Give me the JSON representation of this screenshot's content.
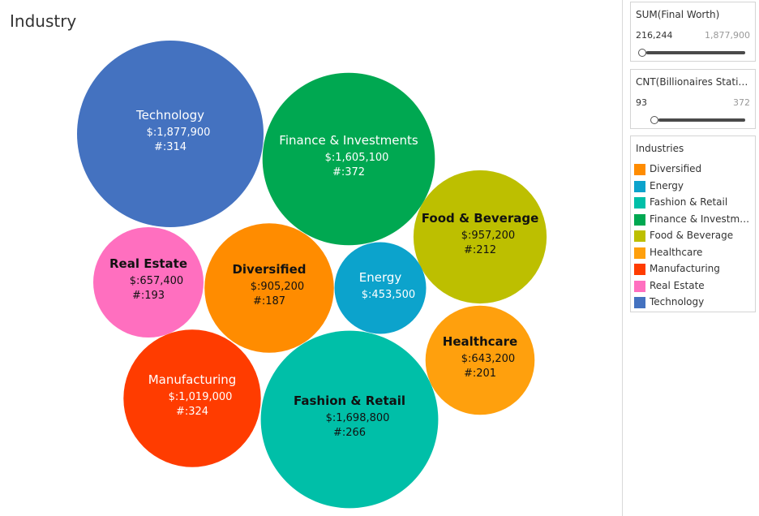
{
  "title": "Industry",
  "filters": {
    "final_worth": {
      "title": "SUM(Final Worth)",
      "min": "216,244",
      "max": "1,877,900",
      "value_min": 216244,
      "value_max": 1877900
    },
    "count": {
      "title": "CNT(Billionaires Statist...",
      "min": "93",
      "max": "372",
      "value_min": 93,
      "value_max": 372
    }
  },
  "legend": {
    "title": "Industries",
    "items": [
      {
        "label": "Diversified",
        "color": "#FF8C00"
      },
      {
        "label": "Energy",
        "color": "#0CA3CC"
      },
      {
        "label": "Fashion & Retail",
        "color": "#00BFA8"
      },
      {
        "label": "Finance & Investmen..",
        "color": "#00A851"
      },
      {
        "label": "Food & Beverage",
        "color": "#BDBF00"
      },
      {
        "label": "Healthcare",
        "color": "#FFA00D"
      },
      {
        "label": "Manufacturing",
        "color": "#FF3C00"
      },
      {
        "label": "Real Estate",
        "color": "#FF6FBF"
      },
      {
        "label": "Technology",
        "color": "#4472C0"
      }
    ]
  },
  "chart_data": {
    "type": "bubble",
    "title": "Industry",
    "series": [
      {
        "name": "Technology",
        "value": 1877900,
        "value_label": "$:1,877,900",
        "count": 314,
        "count_label": "#:314",
        "color": "#4472C0"
      },
      {
        "name": "Finance & Investments",
        "value": 1605100,
        "value_label": "$:1,605,100",
        "count": 372,
        "count_label": "#:372",
        "color": "#00A851"
      },
      {
        "name": "Food & Beverage",
        "value": 957200,
        "value_label": "$:957,200",
        "count": 212,
        "count_label": "#:212",
        "color": "#BDBF00"
      },
      {
        "name": "Real Estate",
        "value": 657400,
        "value_label": "$:657,400",
        "count": 193,
        "count_label": "#:193",
        "color": "#FF6FBF"
      },
      {
        "name": "Diversified",
        "value": 905200,
        "value_label": "$:905,200",
        "count": 187,
        "count_label": "#:187",
        "color": "#FF8C00"
      },
      {
        "name": "Energy",
        "value": 453500,
        "value_label": "$:453,500",
        "count": null,
        "count_label": "",
        "color": "#0CA3CC"
      },
      {
        "name": "Healthcare",
        "value": 643200,
        "value_label": "$:643,200",
        "count": 201,
        "count_label": "#:201",
        "color": "#FFA00D"
      },
      {
        "name": "Manufacturing",
        "value": 1019000,
        "value_label": "$:1,019,000",
        "count": 324,
        "count_label": "#:324",
        "color": "#FF3C00"
      },
      {
        "name": "Fashion & Retail",
        "value": 1698800,
        "value_label": "$:1,698,800",
        "count": 266,
        "count_label": "#:266",
        "color": "#00BFA8"
      }
    ]
  }
}
